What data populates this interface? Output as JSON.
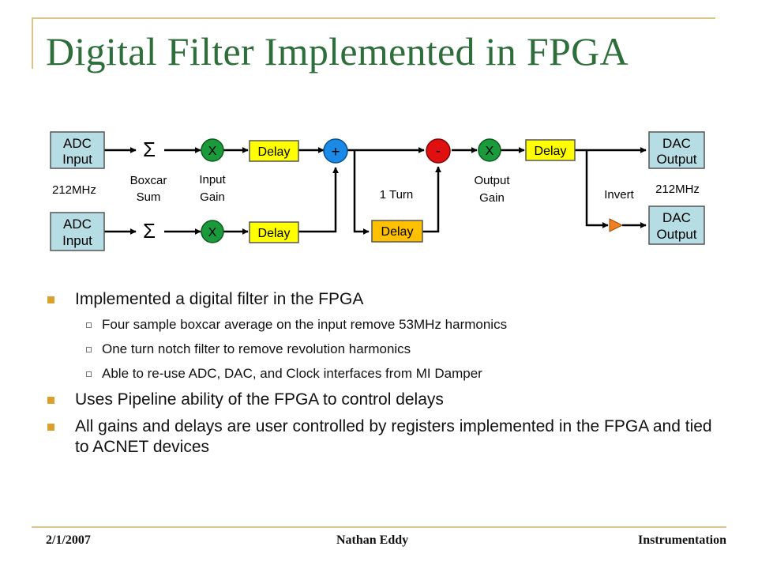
{
  "slide": {
    "title": "Digital Filter Implemented in FPGA"
  },
  "diagram": {
    "adc_input_top": [
      "ADC",
      "Input"
    ],
    "adc_input_bottom": [
      "ADC",
      "Input"
    ],
    "dac_output_top": [
      "DAC",
      "Output"
    ],
    "dac_output_bottom": [
      "DAC",
      "Output"
    ],
    "adc_clock": "212MHz",
    "dac_clock": "212MHz",
    "boxcar_sum_label": [
      "Boxcar",
      "Sum"
    ],
    "input_gain_label": [
      "Input",
      "Gain"
    ],
    "output_gain_label": [
      "Output",
      "Gain"
    ],
    "one_turn_label": "1 Turn",
    "invert_label": "Invert",
    "delay_label": "Delay",
    "multiply_symbol": "X",
    "plus_symbol": "+",
    "minus_symbol": "-",
    "sum_symbol": "Σ",
    "colors": {
      "io_box": "#b6dde4",
      "delay_yellow": "#ffff00",
      "delay_orange": "#ffc000",
      "gain_green": "#1a9a3a",
      "adder_blue": "#1a8ae6",
      "subtract_red": "#e01010",
      "inverter_orange": "#f08020",
      "accent_gold": "#d9a02b"
    }
  },
  "bullets": [
    {
      "text": "Implemented a digital filter in the FPGA",
      "sub": [
        "Four sample boxcar average on the input remove 53MHz harmonics",
        "One turn notch filter to remove revolution harmonics",
        "Able to re-use ADC, DAC, and Clock interfaces from MI Damper"
      ]
    },
    {
      "text": "Uses Pipeline ability of the FPGA to control delays"
    },
    {
      "text": "All gains and delays are user controlled by registers implemented in the FPGA and tied to ACNET devices"
    }
  ],
  "footer": {
    "date": "2/1/2007",
    "author": "Nathan Eddy",
    "org": "Instrumentation"
  }
}
